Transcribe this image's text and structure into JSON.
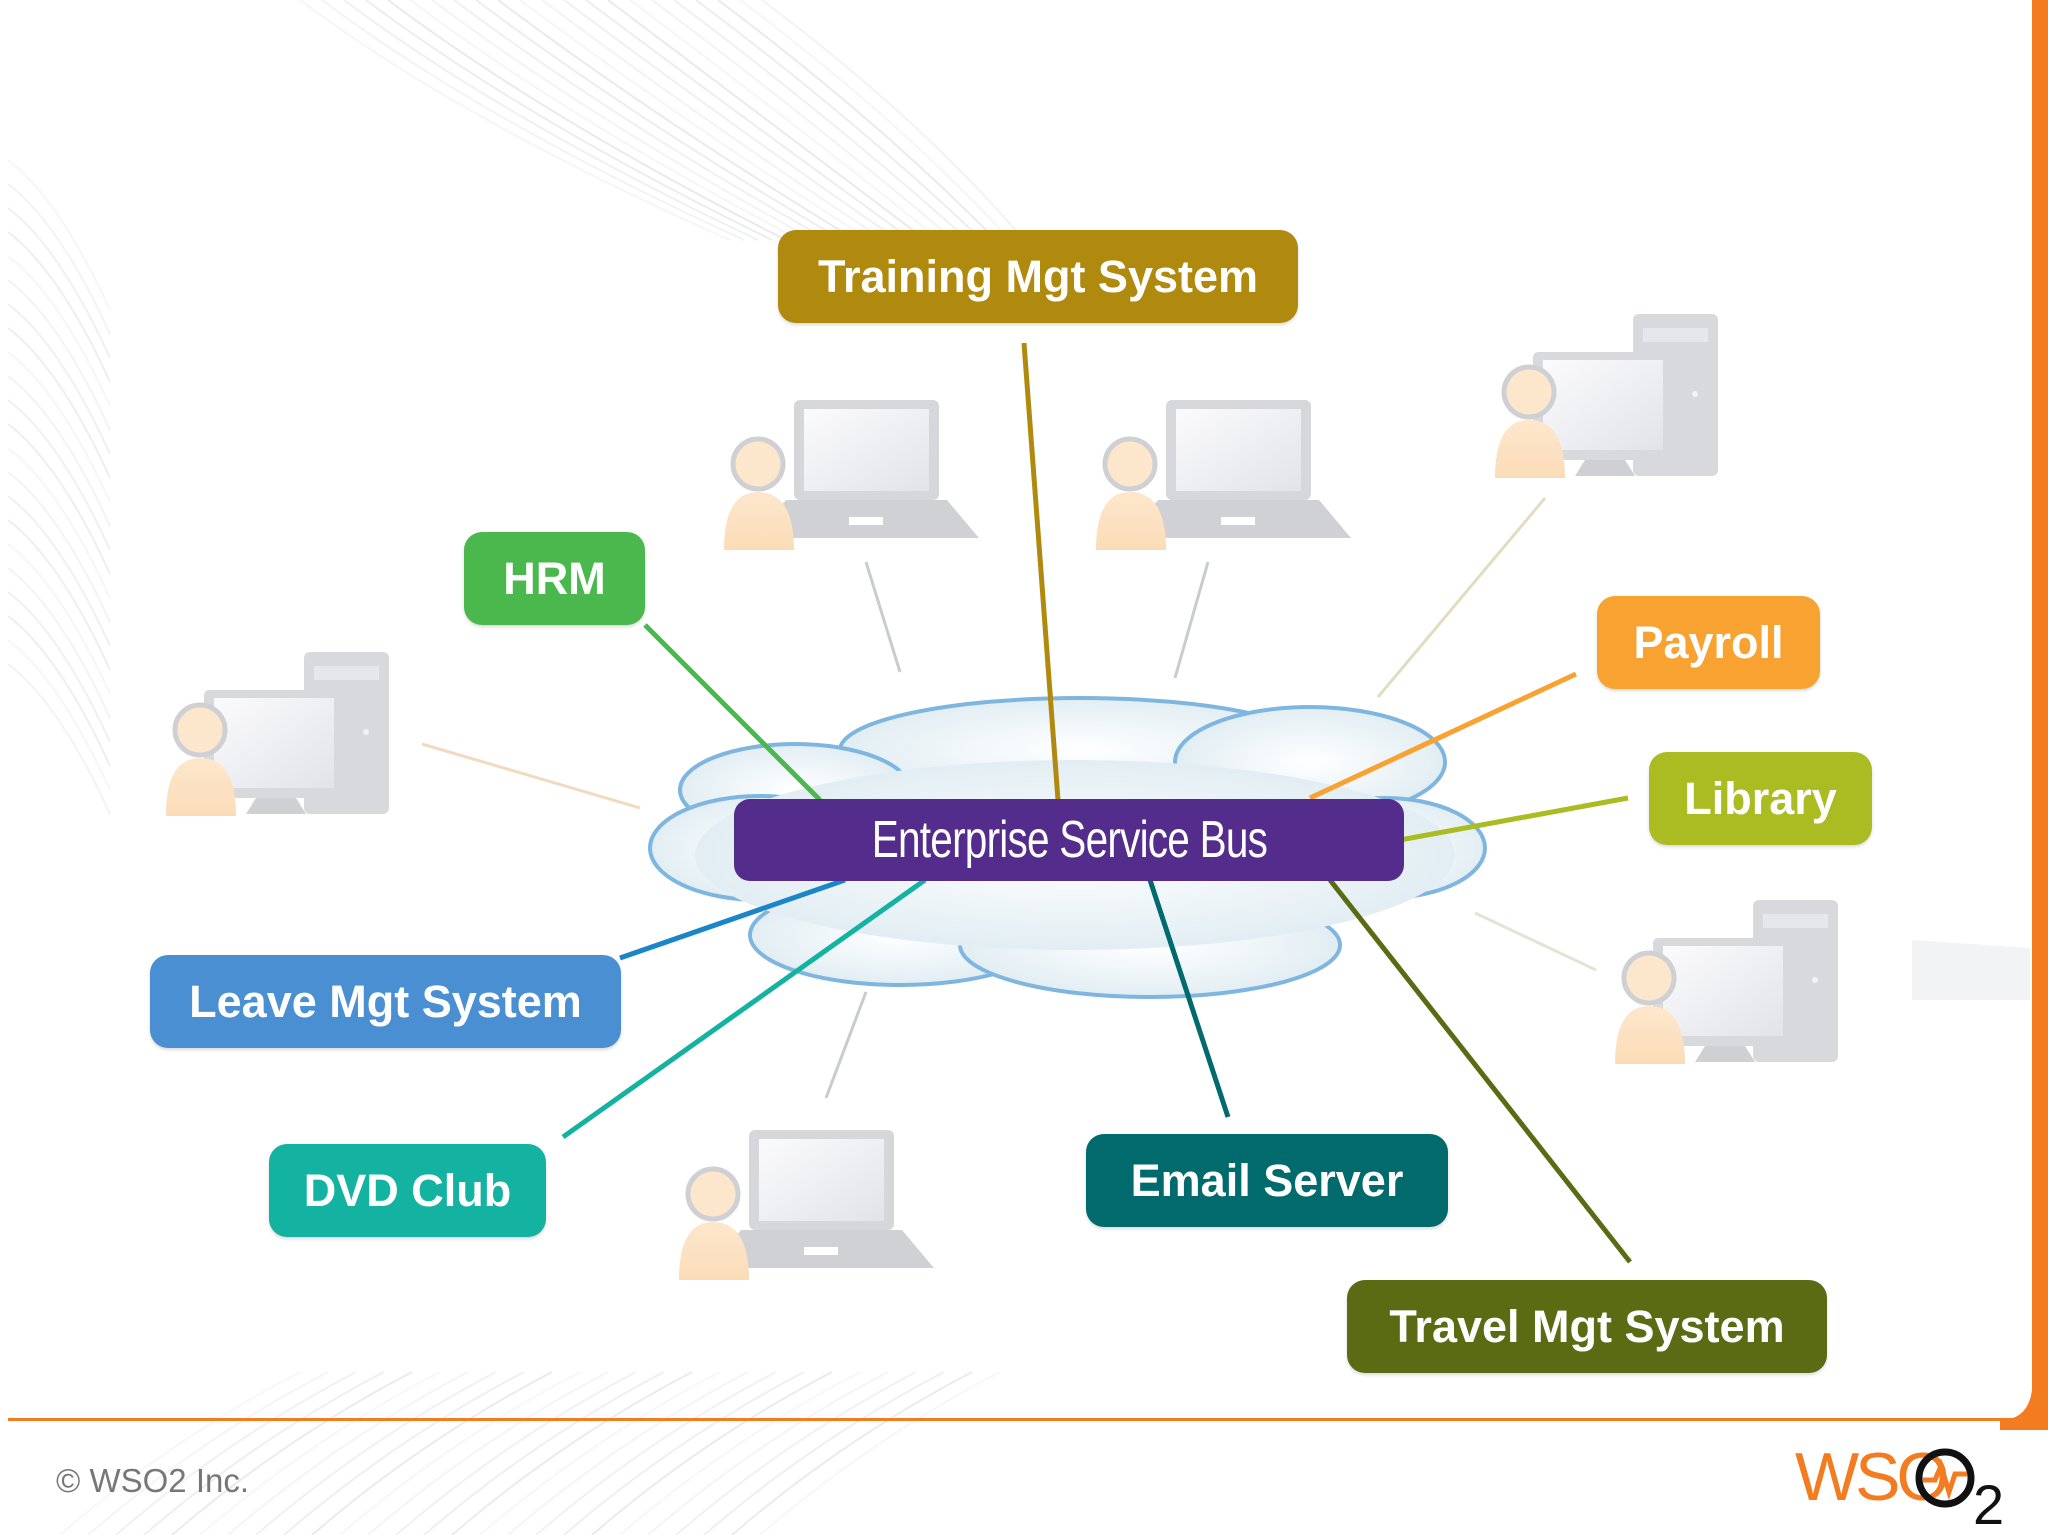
{
  "esb": {
    "label": "Enterprise Service Bus",
    "color": "#532c8c"
  },
  "systems": [
    {
      "key": "training",
      "label": "Training Mgt System",
      "color": "#b08a0e"
    },
    {
      "key": "hrm",
      "label": "HRM",
      "color": "#4bb84e"
    },
    {
      "key": "payroll",
      "label": "Payroll",
      "color": "#f8a232"
    },
    {
      "key": "library",
      "label": "Library",
      "color": "#aabc22"
    },
    {
      "key": "leave",
      "label": "Leave Mgt System",
      "color": "#4a8fd2"
    },
    {
      "key": "dvd",
      "label": "DVD Club",
      "color": "#14b2a0"
    },
    {
      "key": "email",
      "label": "Email Server",
      "color": "#006a6c"
    },
    {
      "key": "travel",
      "label": "Travel Mgt System",
      "color": "#5a6b14"
    }
  ],
  "devices": [
    {
      "key": "laptop-1",
      "kind": "laptop-icon"
    },
    {
      "key": "laptop-2",
      "kind": "laptop-icon"
    },
    {
      "key": "laptop-3",
      "kind": "laptop-icon"
    },
    {
      "key": "desktop-1",
      "kind": "desktop-icon"
    },
    {
      "key": "desktop-2",
      "kind": "desktop-icon"
    },
    {
      "key": "desktop-3",
      "kind": "desktop-icon"
    }
  ],
  "footer": {
    "copyright": "© WSO2 Inc.",
    "logo_text": "WSO",
    "logo_subscript": "2",
    "accent_color": "#f37b20"
  }
}
